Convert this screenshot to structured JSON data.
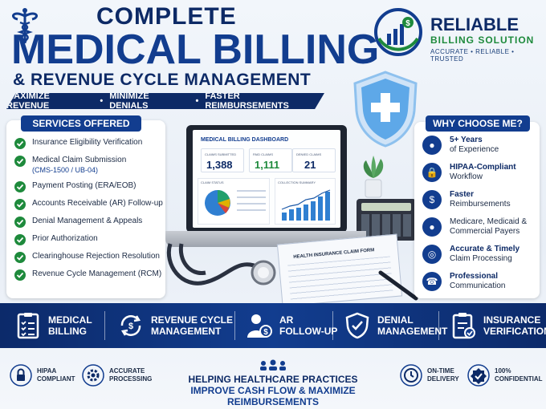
{
  "header": {
    "title_1": "COMPLETE",
    "title_2": "MEDICAL BILLING",
    "title_3": "& REVENUE CYCLE MANAGEMENT",
    "ribbon": [
      "MAXIMIZE REVENUE",
      "MINIMIZE DENIALS",
      "FASTER REIMBURSEMENTS"
    ],
    "ribbon_sep": "•"
  },
  "logo": {
    "name": "RELIABLE",
    "sub": "BILLING SOLUTION",
    "tagline": "ACCURATE • RELIABLE • TRUSTED"
  },
  "services": {
    "heading": "SERVICES OFFERED",
    "items": [
      {
        "label": "Insurance Eligibility Verification"
      },
      {
        "label": "Medical Claim Submission",
        "sub": "(CMS-1500 / UB-04)"
      },
      {
        "label": "Payment Posting (ERA/EOB)"
      },
      {
        "label": "Accounts Receivable (AR) Follow-up"
      },
      {
        "label": "Denial Management & Appeals"
      },
      {
        "label": "Prior Authorization"
      },
      {
        "label": "Clearinghouse Rejection Resolution"
      },
      {
        "label": "Revenue Cycle Management (RCM)"
      }
    ]
  },
  "dashboard": {
    "title": "MEDICAL BILLING DASHBOARD",
    "stats": [
      {
        "label": "CLAIMS SUBMITTED",
        "value": "1,388",
        "color": "#0d2a66"
      },
      {
        "label": "PAID CLAIMS",
        "value": "1,111",
        "color": "#1e8a3c"
      },
      {
        "label": "DENIED CLAIMS",
        "value": "21",
        "color": "#0d2a66"
      }
    ],
    "claim_status_label": "CLAIM STATUS",
    "collection_label": "COLLECTION SUMMARY",
    "form_title": "HEALTH INSURANCE CLAIM FORM"
  },
  "why": {
    "heading": "WHY CHOOSE ME?",
    "items": [
      {
        "bold": "5+ Years",
        "rest": "of Experience",
        "icon": "person-icon"
      },
      {
        "bold": "HIPAA-Compliant",
        "rest": "Workflow",
        "icon": "lock-icon"
      },
      {
        "bold": "Faster",
        "rest": "Reimbursements",
        "icon": "dollar-icon"
      },
      {
        "bold": "",
        "rest": "Medicare, Medicaid & Commercial Payers",
        "icon": "group-icon"
      },
      {
        "bold": "Accurate & Timely",
        "rest": "Claim Processing",
        "icon": "target-icon"
      },
      {
        "bold": "Professional",
        "rest": "Communication",
        "icon": "headset-icon"
      }
    ]
  },
  "band": [
    {
      "line1": "MEDICAL",
      "line2": "BILLING",
      "icon": "checklist-icon"
    },
    {
      "line1": "REVENUE CYCLE",
      "line2": "MANAGEMENT",
      "icon": "cycle-dollar-icon"
    },
    {
      "line1": "AR",
      "line2": "FOLLOW-UP",
      "icon": "person-dollar-icon"
    },
    {
      "line1": "DENIAL",
      "line2": "MANAGEMENT",
      "icon": "shield-check-icon"
    },
    {
      "line1": "INSURANCE",
      "line2": "VERIFICATION",
      "icon": "clipboard-check-icon"
    }
  ],
  "footer": {
    "left": [
      {
        "line1": "HIPAA",
        "line2": "COMPLIANT",
        "icon": "lock-icon"
      },
      {
        "line1": "ACCURATE",
        "line2": "PROCESSING",
        "icon": "gear-icon"
      }
    ],
    "center_line1": "HELPING HEALTHCARE PRACTICES",
    "center_line2": "IMPROVE CASH FLOW & MAXIMIZE REIMBURSEMENTS",
    "right": [
      {
        "line1": "ON-TIME",
        "line2": "DELIVERY",
        "icon": "clock-icon"
      },
      {
        "line1": "100%",
        "line2": "CONFIDENTIAL",
        "icon": "badge-check-icon"
      }
    ]
  },
  "colors": {
    "navy": "#0d2a66",
    "blue": "#123d8f",
    "green": "#1e8a3c"
  }
}
